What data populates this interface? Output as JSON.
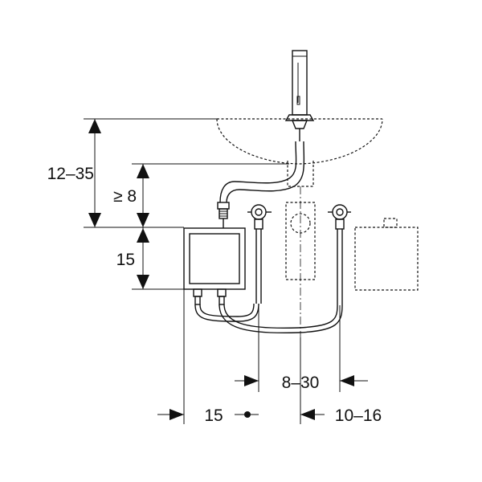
{
  "dimensions": {
    "height_range": "12–35",
    "min_gap": "≥ 8",
    "box_height": "15",
    "offset_left": "15",
    "spacing": "8–30",
    "offset_right": "10–16"
  },
  "colors": {
    "ink": "#111111",
    "background": "#ffffff"
  }
}
